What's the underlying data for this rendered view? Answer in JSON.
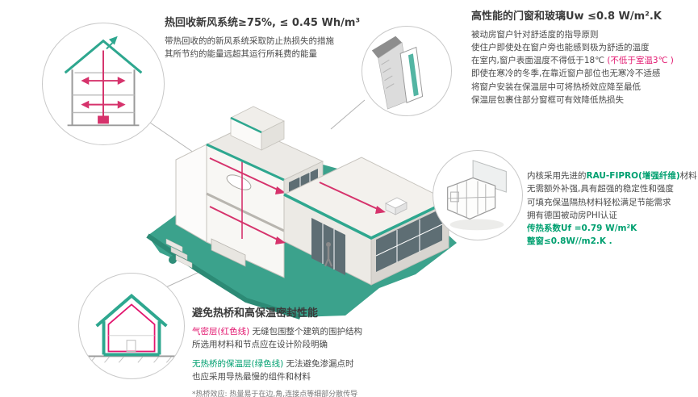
{
  "colors": {
    "teal_accent": "#2EA78F",
    "ground_teal": "#3BA28C",
    "magenta_line": "#D6336C",
    "red_text": "#E2156E",
    "green_text": "#00A070",
    "dark_text": "#3A3A3A"
  },
  "ventilation": {
    "title": "热回收新风系统≥75%, ≤ 0.45 Wh/m³",
    "body": [
      "带热回收的的新风系统采取防止热损失的措施",
      "其所节约的能量远超其运行所耗费的能量"
    ]
  },
  "windows": {
    "title": "高性能的门窗和玻璃Uw ≤0.8 W/m².K",
    "body1": "被动房窗户针对舒适度的指导原则",
    "body2": "使住户即使处在窗户旁也能感到极为舒适的温度",
    "body3_main": "在室内,窗户表面温度不得低于18℃ ",
    "body3_red": "(不低于室温3℃ )",
    "body4": "即使在寒冷的冬季,在靠近窗户部位也无寒冷不适感",
    "body5": "将窗户安装在保温层中可将热桥效应降至最低",
    "body6": "保温层包裹住部分窗框可有效降低热损失"
  },
  "profile": {
    "line1_pre": "内核采用先进的",
    "line1_green": "RAU-FIPRO(增强纤维)",
    "line1_post": "材料",
    "line2": "无需额外补强,具有超强的稳定性和强度",
    "line3": "可填充保温隔热材料轻松满足节能需求",
    "line4": "拥有德国被动房PHI认证",
    "line5": "传热系数Uf =0.79 W/m²K",
    "line6": "整窗≤0.8W//m2.K ."
  },
  "thermal": {
    "title": "避免热桥和高保温密封性能",
    "line1_red": "气密层(红色线)",
    "line1_rest": " 无缝包围整个建筑的围护结构",
    "line2": "所选用材料和节点应在设计阶段明确",
    "line3_green": "无热桥的保温层(绿色线)",
    "line3_rest": " 无法避免渗漏点时",
    "line4": "也应采用导热最慢的组件和材料",
    "footnote": "*热桥效应: 热量易于在边,角,连接点等细部分散传导"
  }
}
